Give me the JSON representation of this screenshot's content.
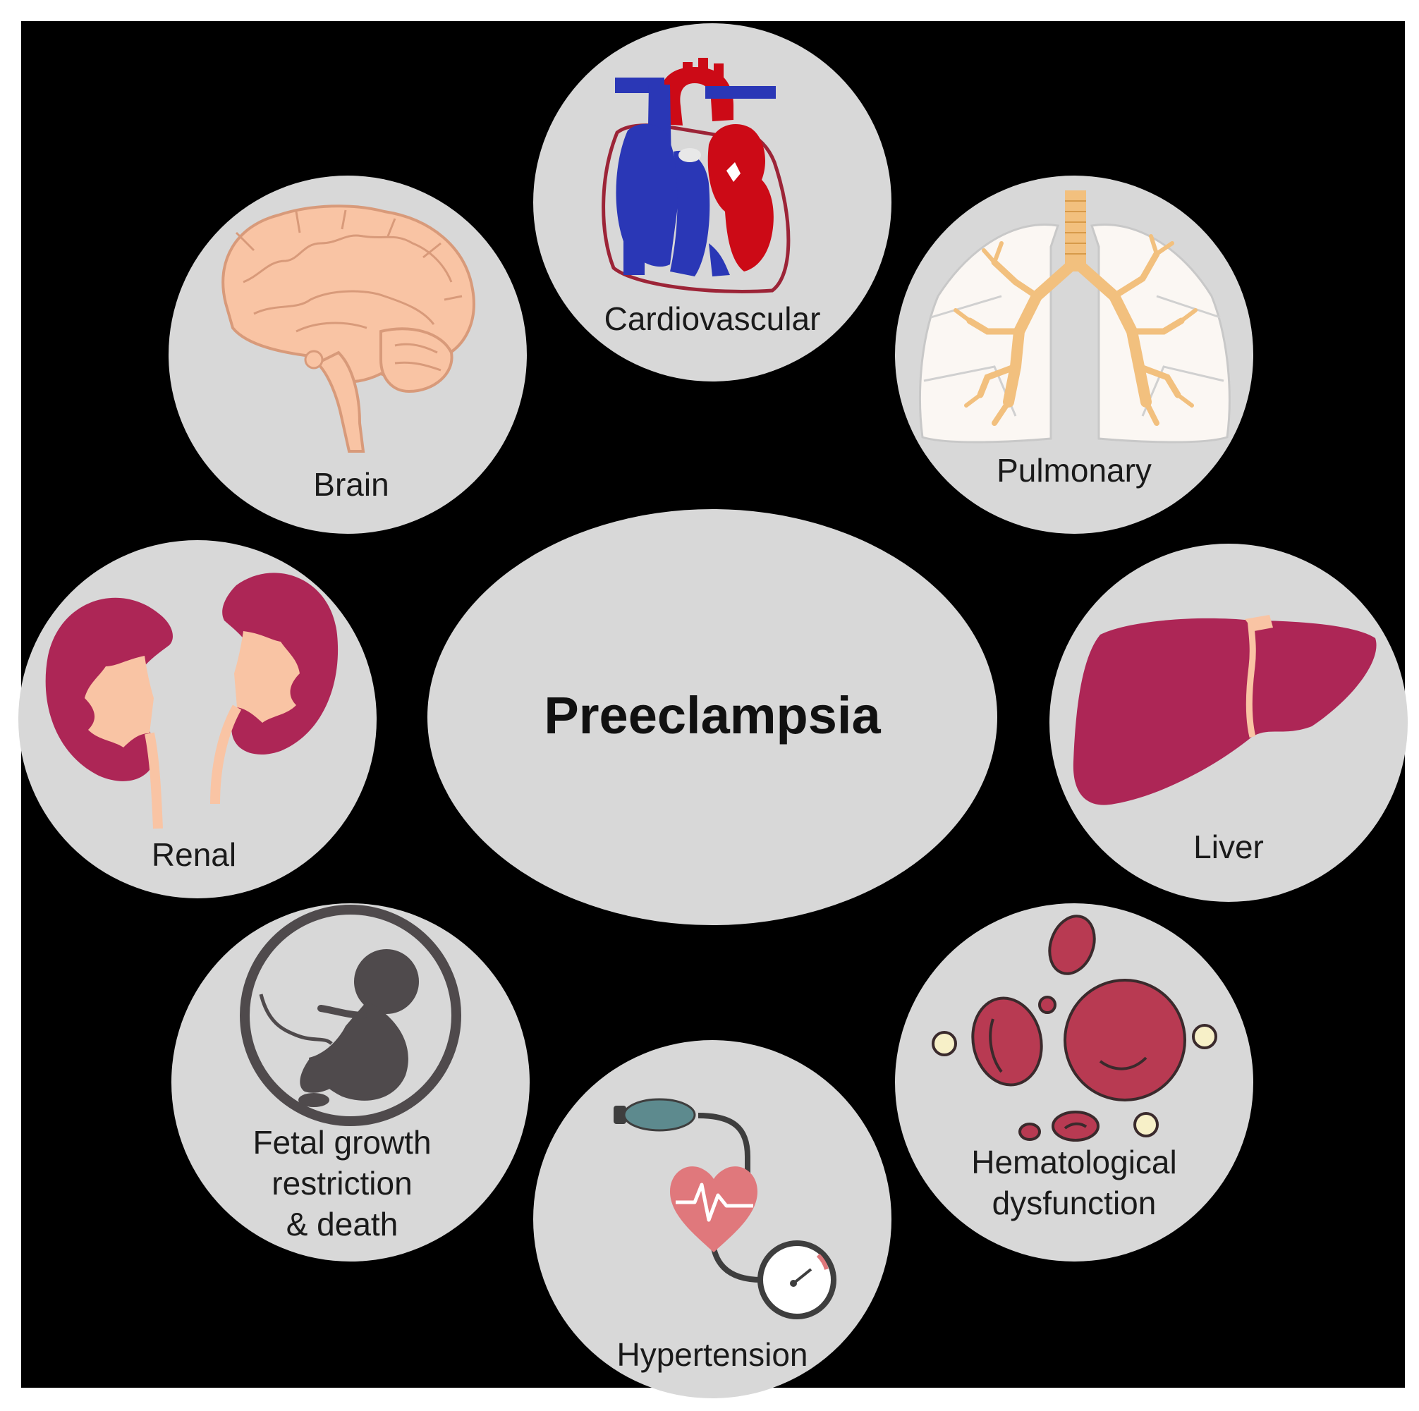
{
  "diagram": {
    "center": {
      "label": "Preeclampsia"
    },
    "nodes": [
      {
        "id": "cardiovascular",
        "label_lines": [
          "Cardiovascular"
        ],
        "icon": "heart-anatomy-icon"
      },
      {
        "id": "pulmonary",
        "label_lines": [
          "Pulmonary"
        ],
        "icon": "lungs-icon"
      },
      {
        "id": "liver",
        "label_lines": [
          "Liver"
        ],
        "icon": "liver-icon"
      },
      {
        "id": "hematological",
        "label_lines": [
          "Hematological",
          "dysfunction"
        ],
        "icon": "blood-cells-icon"
      },
      {
        "id": "hypertension",
        "label_lines": [
          "Hypertension"
        ],
        "icon": "blood-pressure-icon"
      },
      {
        "id": "fetal",
        "label_lines": [
          "Fetal growth",
          "restriction",
          "& death"
        ],
        "icon": "fetus-icon"
      },
      {
        "id": "renal",
        "label_lines": [
          "Renal"
        ],
        "icon": "kidneys-icon"
      },
      {
        "id": "brain",
        "label_lines": [
          "Brain"
        ],
        "icon": "brain-icon"
      }
    ]
  },
  "colors": {
    "background": "#000000",
    "circle_fill": "#d8d8d8",
    "organ_maroon": "#ad2656",
    "flesh": "#f9c4a4",
    "artery_red": "#cc0a16",
    "vein_blue": "#2a37b6",
    "fetus_gray": "#4f4a4c",
    "cuff_teal": "#5d8a8e",
    "heart_pink": "#e0787c",
    "platelet_yellow": "#f7f0c8"
  }
}
